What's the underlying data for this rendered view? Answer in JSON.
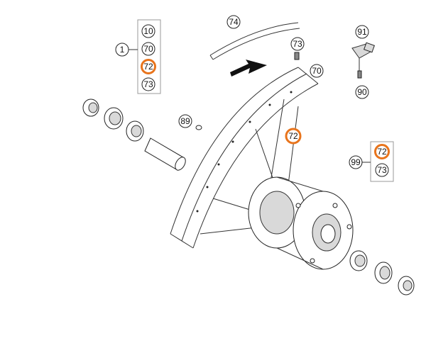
{
  "colors": {
    "highlight": "#e8741c",
    "line": "#333333",
    "background": "#ffffff"
  },
  "callouts": {
    "c1": "1",
    "c10": "10",
    "c70a": "70",
    "c72a": "72",
    "c73a": "73",
    "c74": "74",
    "c73b": "73",
    "c70b": "70",
    "c91": "91",
    "c90": "90",
    "c89": "89",
    "c72b": "72",
    "c99": "99",
    "c72c": "72",
    "c73c": "73"
  }
}
